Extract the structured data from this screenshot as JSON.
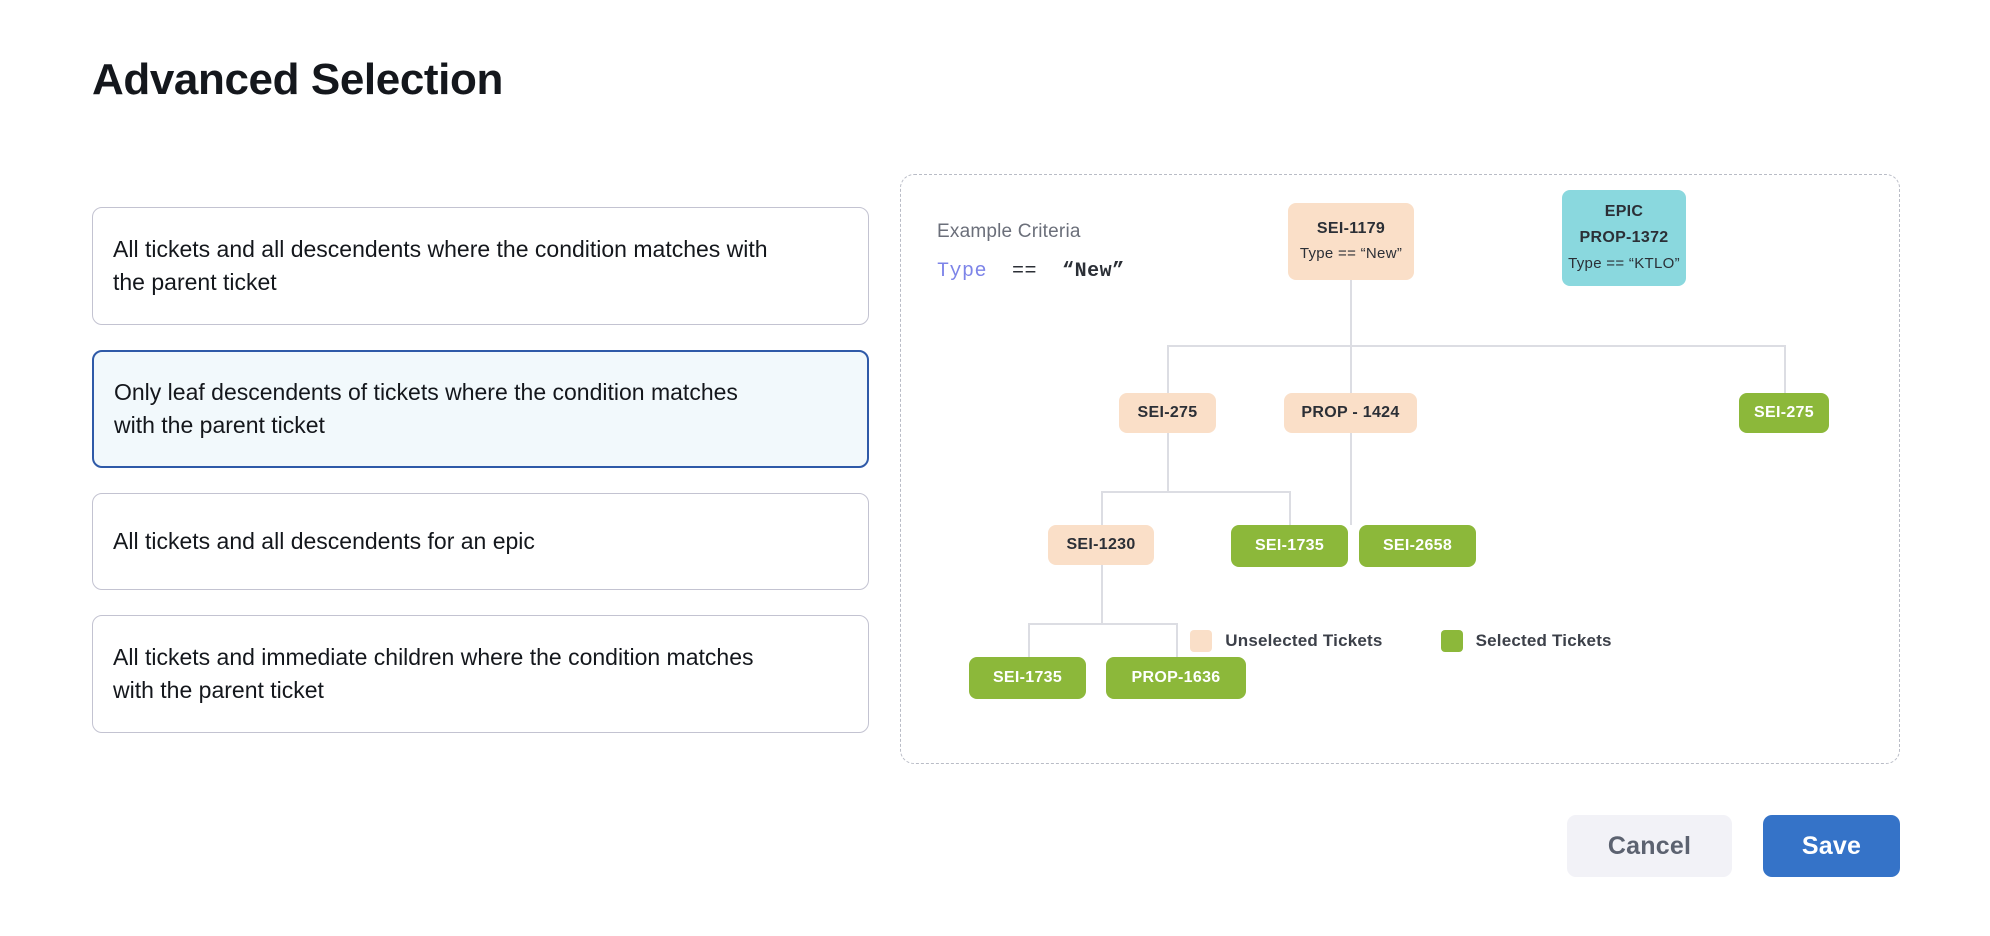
{
  "page": {
    "title": "Advanced Selection"
  },
  "options": [
    {
      "label": "All tickets and all descendents where the condition matches with the parent ticket",
      "selected": false
    },
    {
      "label": "Only leaf descendents of tickets where the condition matches with the parent ticket",
      "selected": true
    },
    {
      "label": "All tickets and all descendents for an epic",
      "selected": false
    },
    {
      "label": "All tickets and immediate children where the condition matches with the parent ticket",
      "selected": false
    }
  ],
  "diagram": {
    "criteria_label": "Example Criteria",
    "criteria_code": {
      "key": "Type",
      "operator": "==",
      "value": "“New”"
    },
    "nodes": {
      "root": {
        "line1": "SEI-1179",
        "line2": "Type == “New”",
        "state": "unselected"
      },
      "epic": {
        "line1": "EPIC",
        "line2": "PROP-1372",
        "line3": "Type == “KTLO”",
        "state": "epic"
      },
      "l2a": {
        "line1": "SEI-275",
        "state": "unselected"
      },
      "l2b": {
        "line1": "PROP - 1424",
        "state": "unselected"
      },
      "l2c": {
        "line1": "SEI-275",
        "state": "selected"
      },
      "l3a": {
        "line1": "SEI-1230",
        "state": "unselected"
      },
      "l3b": {
        "line1": "SEI-1735",
        "state": "selected"
      },
      "l3c": {
        "line1": "SEI-2658",
        "state": "selected"
      },
      "l4a": {
        "line1": "SEI-1735",
        "state": "selected"
      },
      "l4b": {
        "line1": "PROP-1636",
        "state": "selected"
      }
    },
    "legend": [
      {
        "label": "Unselected Tickets",
        "state": "unselected"
      },
      {
        "label": "Selected Tickets",
        "state": "selected"
      }
    ]
  },
  "footer": {
    "cancel_label": "Cancel",
    "save_label": "Save"
  },
  "colors": {
    "accent_blue": "#3573c8",
    "selected_card_border": "#2f5aa8",
    "selected_card_bg": "#f2f9fc",
    "unselected_ticket": "#fadfc8",
    "selected_ticket": "#8cb83a",
    "epic_ticket": "#8ad8de",
    "connector": "#dcdde3"
  }
}
